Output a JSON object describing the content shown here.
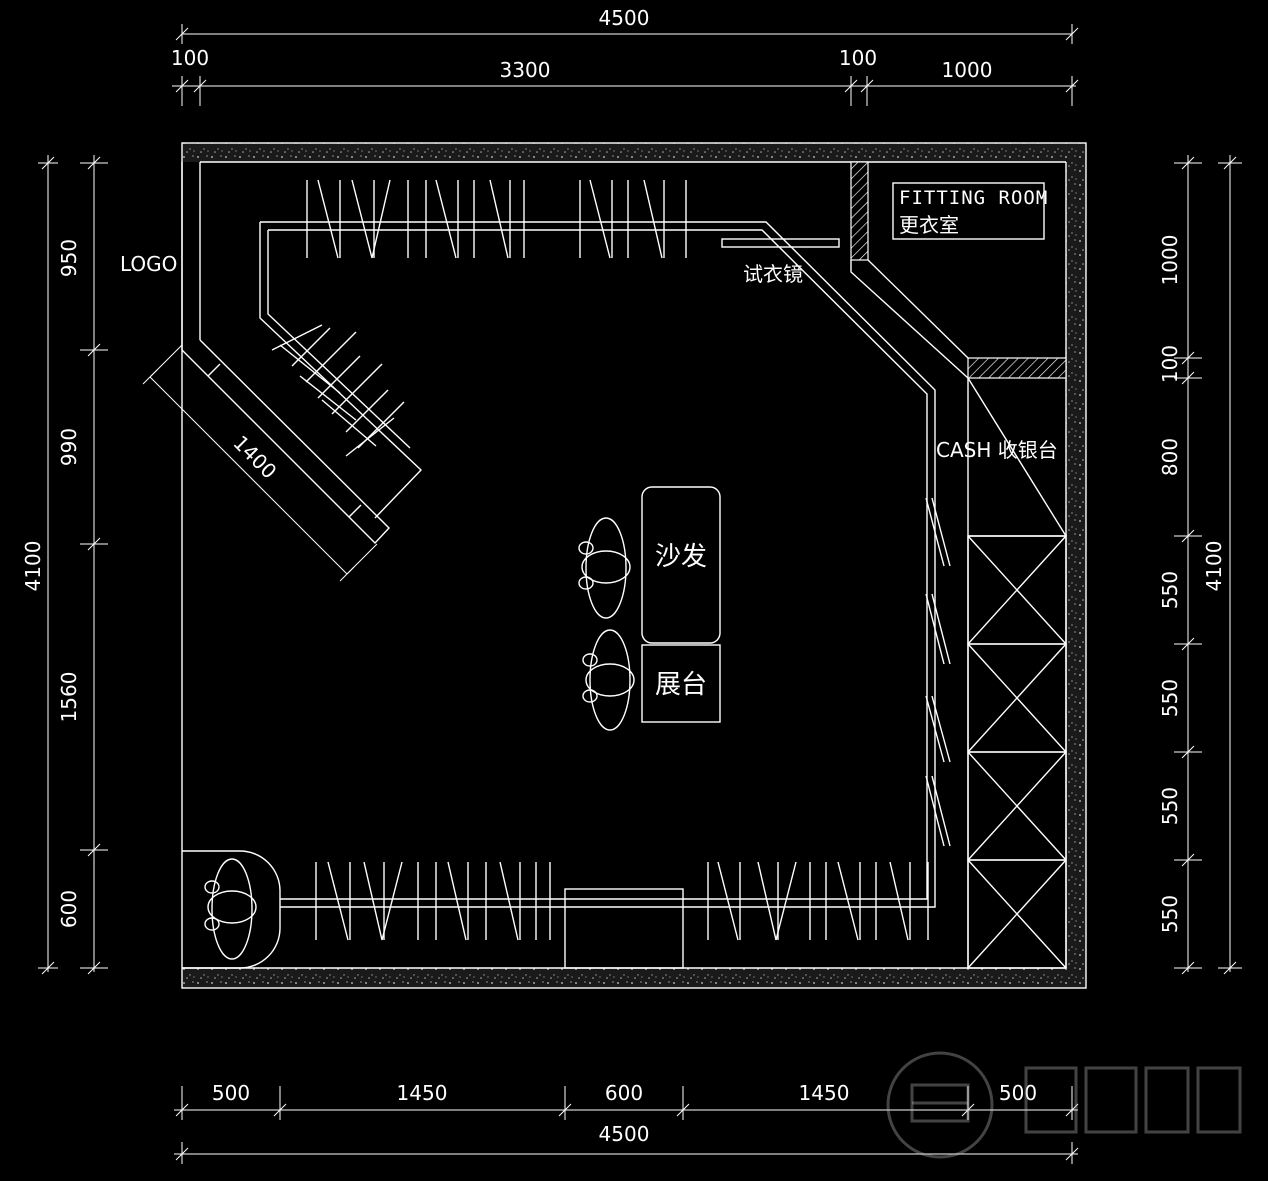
{
  "dimensions": {
    "top_total": "4500",
    "top_left_wall": "100",
    "top_main": "3300",
    "top_partition": "100",
    "top_fitting": "1000",
    "left_total": "4100",
    "left_1": "950",
    "left_2": "990",
    "left_3": "1560",
    "left_4": "600",
    "right_total": "4100",
    "right_1": "1000",
    "right_2": "100",
    "right_3": "800",
    "right_4": "550",
    "right_5": "550",
    "right_6": "550",
    "right_7": "550",
    "bottom_1": "500",
    "bottom_2": "1450",
    "bottom_3": "600",
    "bottom_4": "1450",
    "bottom_5": "500",
    "bottom_total": "4500",
    "diagonal": "1400"
  },
  "labels": {
    "logo": "LOGO",
    "fitting_room_en": "FITTING ROOM",
    "fitting_room_cn": "更衣室",
    "mirror": "试衣镜",
    "cash": "CASH 收银台",
    "sofa": "沙发",
    "display": "展台"
  },
  "colors": {
    "background": "#000000",
    "lines": "#ffffff"
  }
}
